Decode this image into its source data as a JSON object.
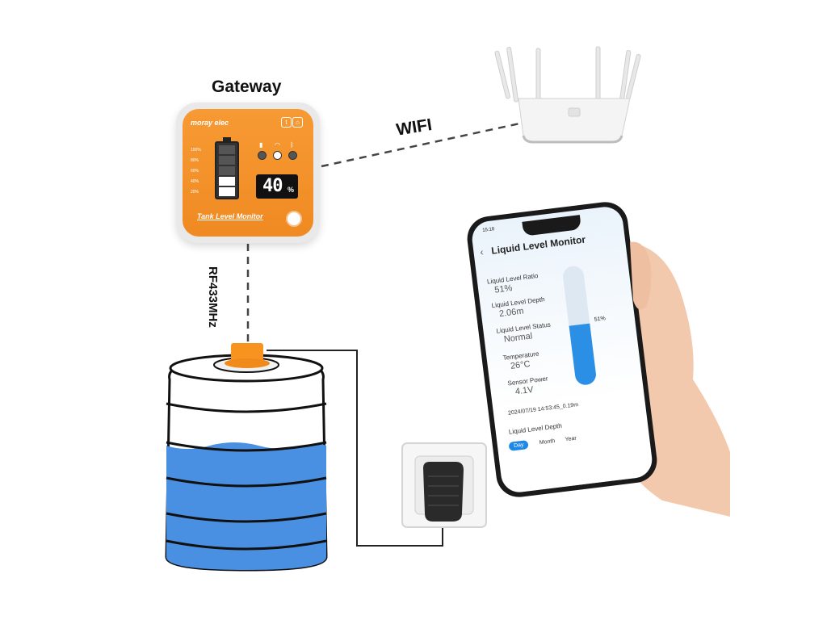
{
  "labels": {
    "gateway": "Gateway",
    "wifi": "WIFI",
    "rf": "RF433MHz"
  },
  "gateway": {
    "brand": "moray elec",
    "battery_levels": [
      "100%",
      "80%",
      "60%",
      "40%",
      "20%"
    ],
    "display_value": "40",
    "display_unit": "%",
    "device_label": "Tank Level Monitor",
    "battery_fill_fraction": 0.4
  },
  "phone": {
    "status_time": "15:18",
    "app_title": "Liquid Level Monitor",
    "metrics": [
      {
        "label": "Liquid Level Ratio",
        "value": "51%"
      },
      {
        "label": "Liquid Level Depth",
        "value": "2.06m"
      },
      {
        "label": "Liquid Level Status",
        "value": "Normal"
      },
      {
        "label": "Temperature",
        "value": "26°C"
      },
      {
        "label": "Sensor Power",
        "value": "4.1V"
      }
    ],
    "gauge_label": "51%",
    "gauge_fraction": 0.51,
    "timestamp": "2024/07/19 14:53:45_0.19m",
    "chart_title": "Liquid Level Depth",
    "tabs": [
      "Day",
      "Month",
      "Year"
    ],
    "active_tab": "Day"
  },
  "colors": {
    "gateway_orange": "#f08a22",
    "water_blue": "#4a90e2",
    "tank_cap": "#f7931e",
    "accent_blue": "#1e88e5"
  }
}
